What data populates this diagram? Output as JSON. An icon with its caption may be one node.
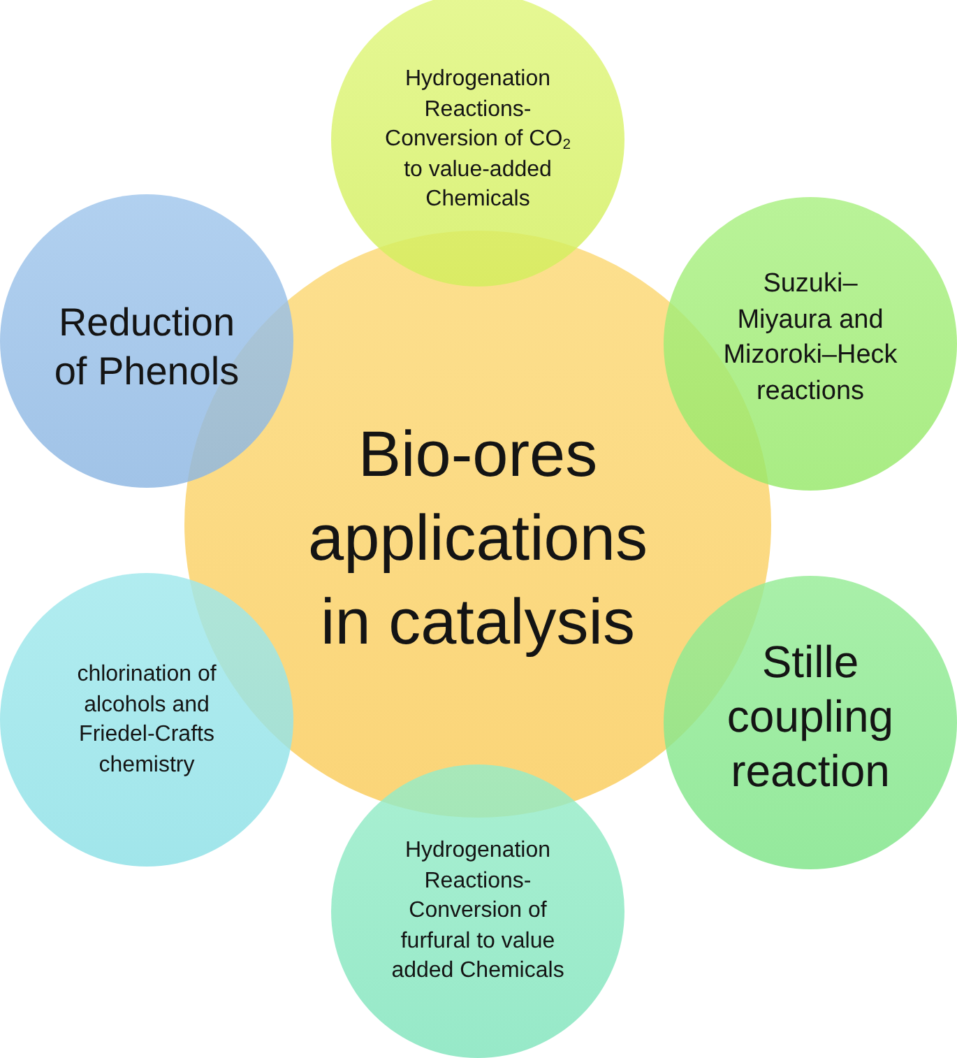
{
  "diagram": {
    "nodes": [
      {
        "text": [
          "Hydrogenation Reactions- Conversion of CO$_{2}$ to value-added Chemicals"
        ]
      },
      {
        "text": [
          "Reduction of Phenols"
        ]
      },
      {
        "text": [
          "Suzuki– Miyaura and Mizoroki–Heck reactions"
        ]
      },
      {
        "text": [
          "Bio-ores applications in catalysis"
        ]
      },
      {
        "text": [
          "chlorination of alcohols and Friedel-Crafts chemistry"
        ]
      },
      {
        "text": [
          "Stille coupling reaction"
        ]
      },
      {
        "text": [
          "Hydrogenation Reactions- Conversion of furfural to value added Chemicals"
        ]
      }
    ]
  }
}
